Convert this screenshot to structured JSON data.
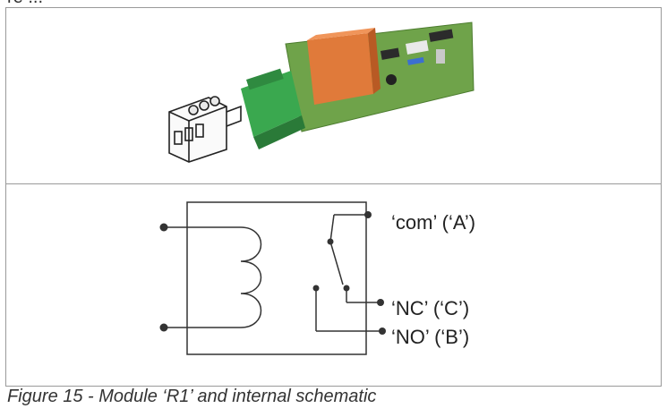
{
  "overflow_text": "re ...",
  "schematic": {
    "com_label": "‘com’ (‘A’)",
    "nc_label": "‘NC’ (‘C’)",
    "no_label": "‘NO’ (‘B’)"
  },
  "caption": "Figure 15 - Module ‘R1’ and internal schematic",
  "colors": {
    "frame": "#9a9a9a",
    "wire": "#333333",
    "pcb": "#6fa34a",
    "relay": "#e07a3a",
    "terminal": "#3aa84f"
  }
}
